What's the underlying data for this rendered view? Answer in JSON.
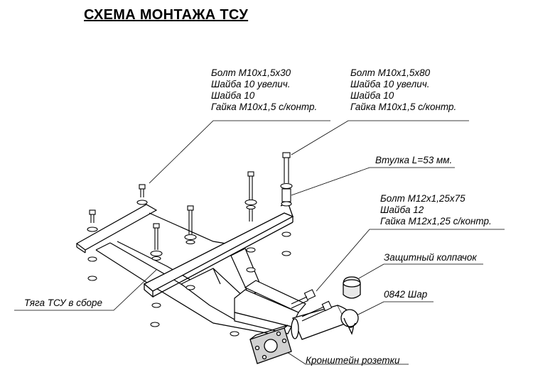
{
  "title": "СХЕМА МОНТАЖА ТСУ",
  "callouts": {
    "bolt_set_left": [
      "Болт М10х1,5х30",
      "Шайба 10 увелич.",
      "Шайба 10",
      "Гайка М10х1,5 с/контр."
    ],
    "bolt_set_right": [
      "Болт М10х1,5х80",
      "Шайба 10 увелич.",
      "Шайба 10",
      "Гайка М10х1,5 с/контр."
    ],
    "sleeve": "Втулка L=53 мм.",
    "bolt_set_ball": [
      "Болт М12х1,25х75",
      "Шайба 12",
      "Гайка М12х1,25 с/контр."
    ],
    "cap": "Защитный колпачок",
    "ball": "0842 Шар",
    "rod": "Тяга ТСУ в сборе",
    "socket_bracket": "Кронштейн розетки"
  },
  "colors": {
    "line": "#000000",
    "shade": "#cfcfcf",
    "background": "#ffffff"
  }
}
